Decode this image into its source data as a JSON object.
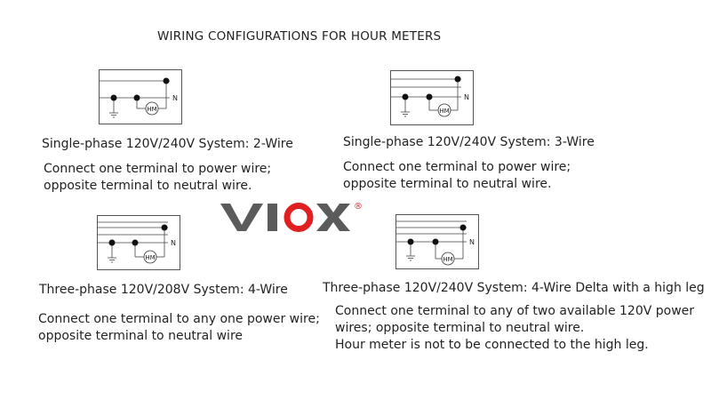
{
  "title": "WIRING CONFIGURATIONS FOR HOUR METERS",
  "brand": {
    "name": "VIOX",
    "registered": "®",
    "color": "#e02020",
    "gray": "#5b5b5b"
  },
  "panels": [
    {
      "caption": "Single-phase 120V/240V System: 2-Wire",
      "notes": [
        "Connect one terminal to power wire;",
        "opposite terminal to neutral wire."
      ],
      "neutral_label": "N",
      "meter_label": "HM"
    },
    {
      "caption": "Single-phase 120V/240V System: 3-Wire",
      "notes": [
        "Connect one terminal to power wire;",
        "opposite terminal to neutral wire."
      ],
      "neutral_label": "N",
      "meter_label": "HM"
    },
    {
      "caption": "Three-phase 120V/208V System: 4-Wire",
      "notes": [
        "Connect one terminal to any one power wire;",
        " opposite terminal to neutral wire"
      ],
      "neutral_label": "N",
      "meter_label": "HM"
    },
    {
      "caption": "Three-phase 120V/240V System: 4-Wire Delta with a high leg",
      "notes": [
        "Connect one terminal to any of two available 120V power",
        "wires; opposite terminal to neutral wire.",
        "Hour meter is not to be connected to the high leg."
      ],
      "neutral_label": "N",
      "meter_label": "HM"
    }
  ]
}
